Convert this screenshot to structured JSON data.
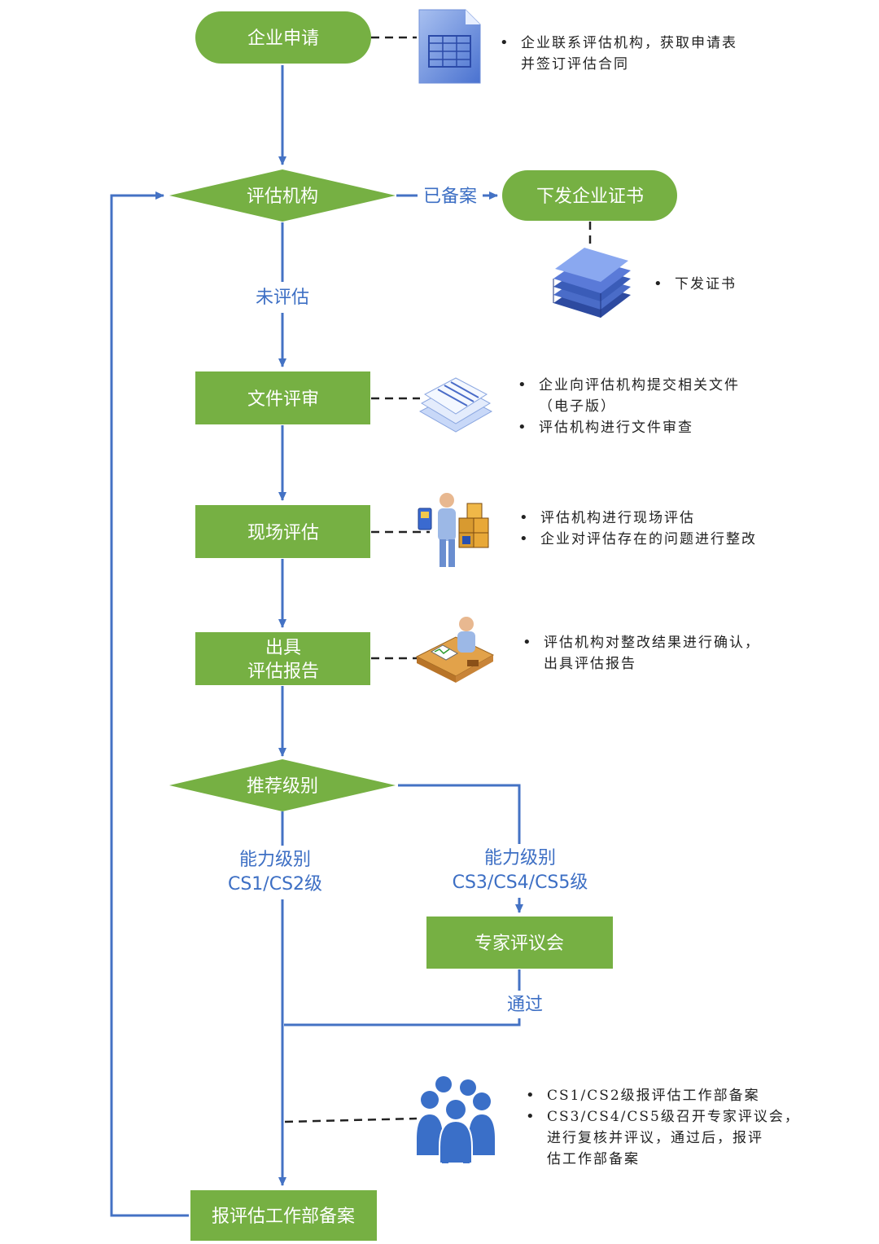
{
  "nodes": {
    "apply": "企业申请",
    "assess_org": "评估机构",
    "issue_cert": "下发企业证书",
    "doc_review": "文件评审",
    "onsite": "现场评估",
    "report_line1": "出具",
    "report_line2": "评估报告",
    "recommend": "推荐级别",
    "expert": "专家评议会",
    "file_record": "报评估工作部备案"
  },
  "edge_labels": {
    "filed": "已备案",
    "not_assessed": "未评估",
    "level_low_1": "能力级别",
    "level_low_2": "CS1/CS2级",
    "level_high_1": "能力级别",
    "level_high_2": "CS3/CS4/CS5级",
    "passed": "通过"
  },
  "notes": {
    "apply": [
      "企业联系评估机构，获取申请表",
      "并签订评估合同"
    ],
    "cert": [
      "下发证书"
    ],
    "doc_review": [
      "企业向评估机构提交相关文件",
      "（电子版）",
      "评估机构进行文件审查"
    ],
    "onsite": [
      "评估机构进行现场评估",
      "企业对评估存在的问题进行整改"
    ],
    "report": [
      "评估机构对整改结果进行确认，",
      "出具评估报告"
    ],
    "record": [
      "CS1/CS2级报评估工作部备案",
      "CS3/CS4/CS5级召开专家评议会，",
      "进行复核并评议，通过后，报评",
      "估工作部备案"
    ]
  },
  "icons": {
    "apply": "spreadsheet-document-icon",
    "cert": "certificate-stack-icon",
    "doc_review": "document-stack-icon",
    "onsite": "inspector-with-boxes-icon",
    "report": "person-at-desk-icon",
    "record": "team-people-icon"
  },
  "colors": {
    "node_fill": "#76b043",
    "arrow": "#4472c4",
    "label": "#3d6fc4"
  }
}
